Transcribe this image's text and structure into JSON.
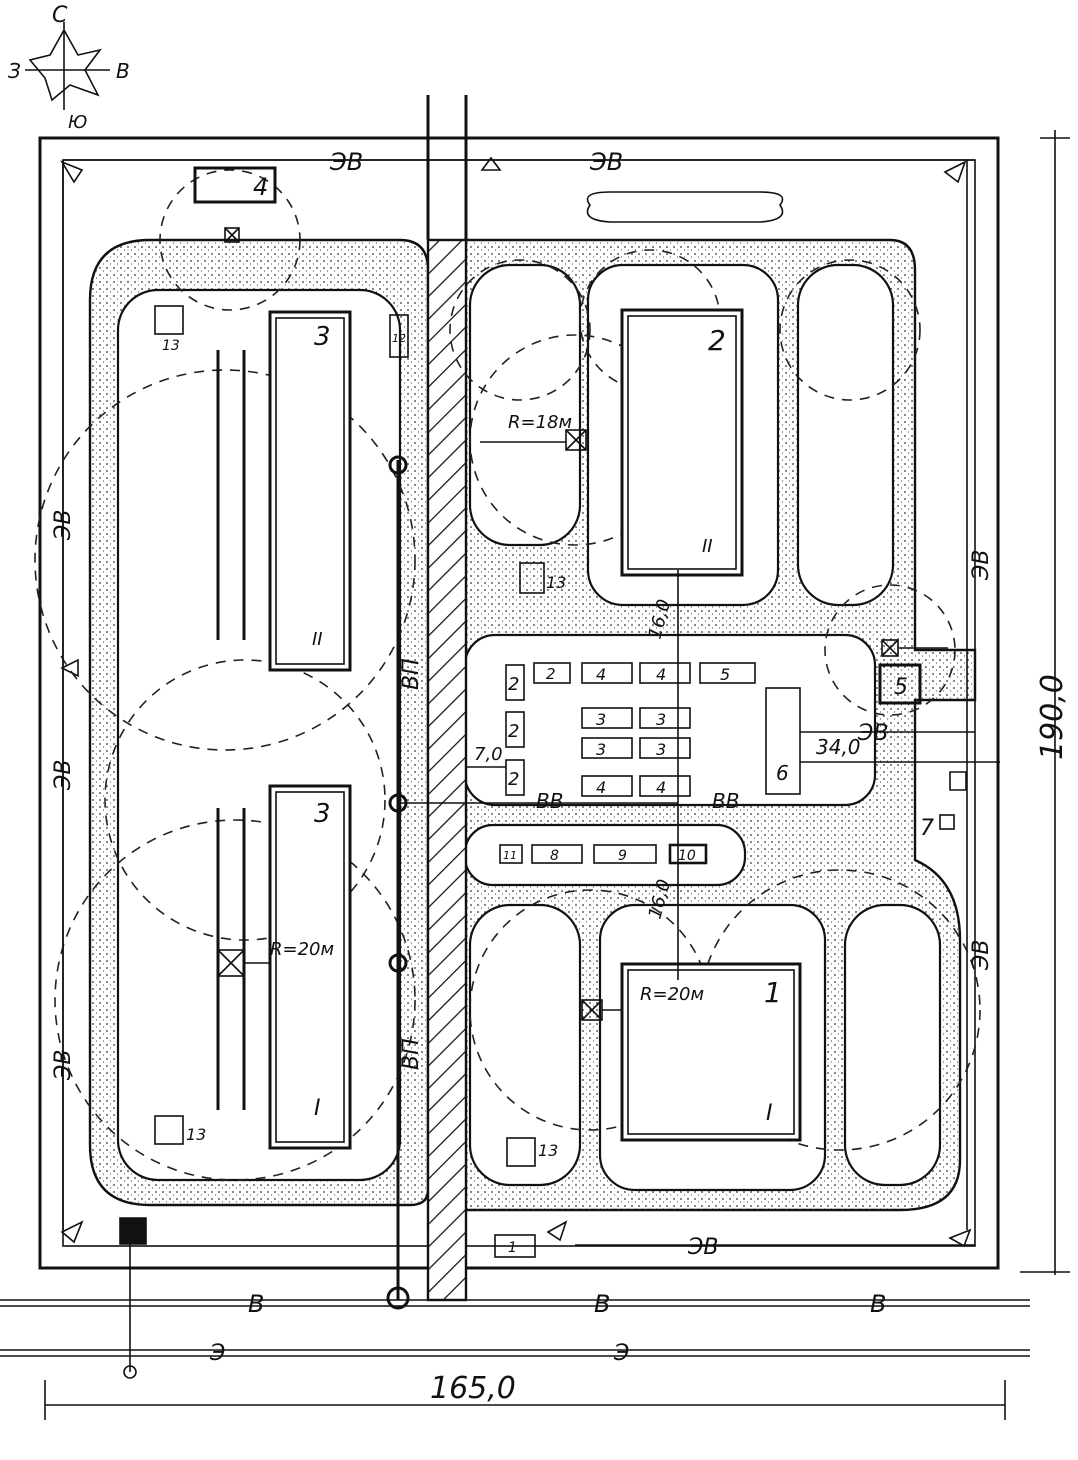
{
  "compass": {
    "north": "С",
    "south": "Ю",
    "west": "З",
    "east": "В"
  },
  "dimensions": {
    "width": "165,0",
    "height": "190,0",
    "gap_1": "7,0",
    "gap_2": "34,0",
    "dist_1": "16,0",
    "dist_2": "16,0"
  },
  "radii": {
    "r_left": "R=20м",
    "r_top_right": "R=18м",
    "r_bottom_right": "R=20м"
  },
  "utility_labels": {
    "ev": "ЭВ",
    "vp": "ВП",
    "vv": "ВВ",
    "v": "В",
    "e": "Э"
  },
  "buildings": {
    "b1": "1",
    "b2": "2",
    "b3": "3",
    "b4": "4",
    "b5": "5",
    "b6": "6",
    "b7": "7",
    "b8": "8",
    "b9": "9",
    "b10": "10",
    "b11": "11",
    "b12": "12",
    "b13": "13",
    "stage_1": "I",
    "stage_2": "II"
  }
}
